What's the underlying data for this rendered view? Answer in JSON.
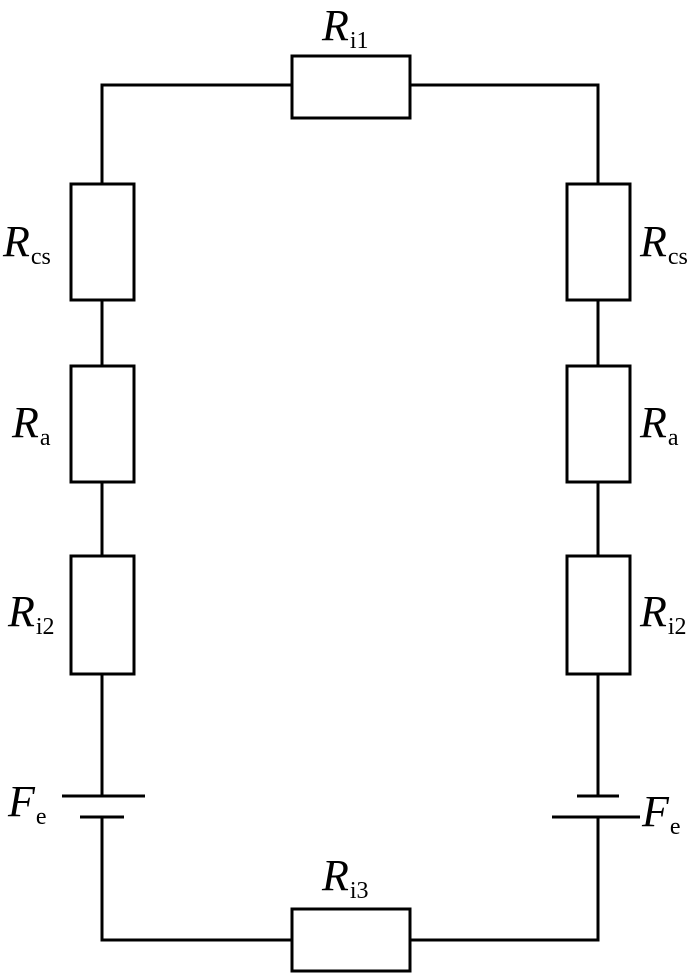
{
  "labels": {
    "top": {
      "symbol": "R",
      "subscript": "i1"
    },
    "bottom": {
      "symbol": "R",
      "subscript": "i3"
    },
    "left_rcs": {
      "symbol": "R",
      "subscript": "cs"
    },
    "left_ra": {
      "symbol": "R",
      "subscript": "a"
    },
    "left_ri2": {
      "symbol": "R",
      "subscript": "i2"
    },
    "left_fe": {
      "symbol": "F",
      "subscript": "e"
    },
    "right_rcs": {
      "symbol": "R",
      "subscript": "cs"
    },
    "right_ra": {
      "symbol": "R",
      "subscript": "a"
    },
    "right_ri2": {
      "symbol": "R",
      "subscript": "i2"
    },
    "right_fe": {
      "symbol": "F",
      "subscript": "e"
    }
  }
}
